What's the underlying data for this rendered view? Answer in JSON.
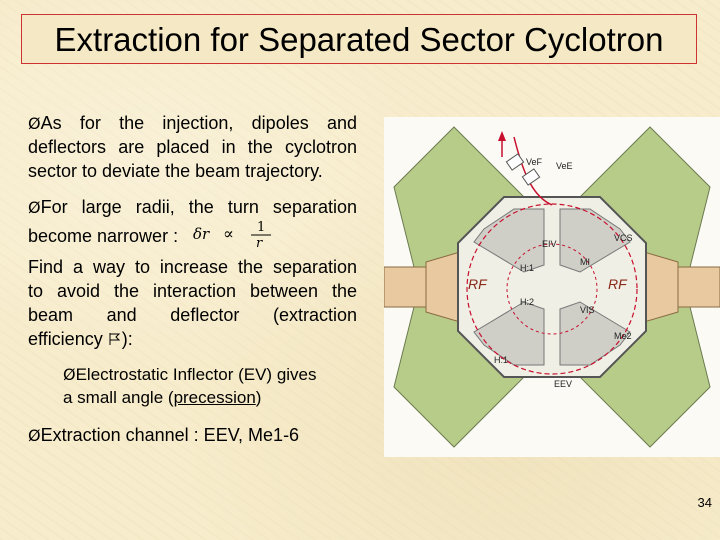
{
  "title": "Extraction for Separated Sector Cyclotron",
  "bullets": {
    "b1_l1": "As for the injection, dipoles and",
    "b1_l2": "deflectors are placed in the cyclotron",
    "b1_l3": "sector to deviate the beam trajectory.",
    "b2_l1": "For large radii, the turn separation",
    "b2_l2": "become narrower :",
    "formula_lhs": "δr",
    "formula_rel": "∝",
    "formula_num": "1",
    "formula_den": "r",
    "p3_l1": "Find a way to increase the separation",
    "p3_l2": "to avoid the interaction between the",
    "p3_l3": "beam and deflector (extraction",
    "p3_l4": "efficiency ",
    "p3_l4b": "):",
    "sub1_l1": "Electrostatic Inflector (EV) gives",
    "sub1_l2a": "a small angle (",
    "sub1_l2b": "precession",
    "sub1_l2c": ")",
    "b4": "Extraction channel : EEV, Me1-6"
  },
  "bullet_glyph": "Ø",
  "figure_labels": {
    "rf_left": "RF",
    "rf_right": "RF",
    "eiv": "EIV",
    "h1_top": "H:1",
    "h2": "H:2",
    "h1_bottom": "H:1",
    "mi": "MI",
    "vis": "VIS",
    "me2": "Me2",
    "vc": "VCS",
    "vef": "VeF",
    "vef2": "VeE",
    "eev": "EEV"
  },
  "colors": {
    "sector_green": "#b8cc8a",
    "flange_tan": "#e8c9a0",
    "beam_red": "#c8102e",
    "title_border": "#cc3333"
  },
  "page_number": "34"
}
